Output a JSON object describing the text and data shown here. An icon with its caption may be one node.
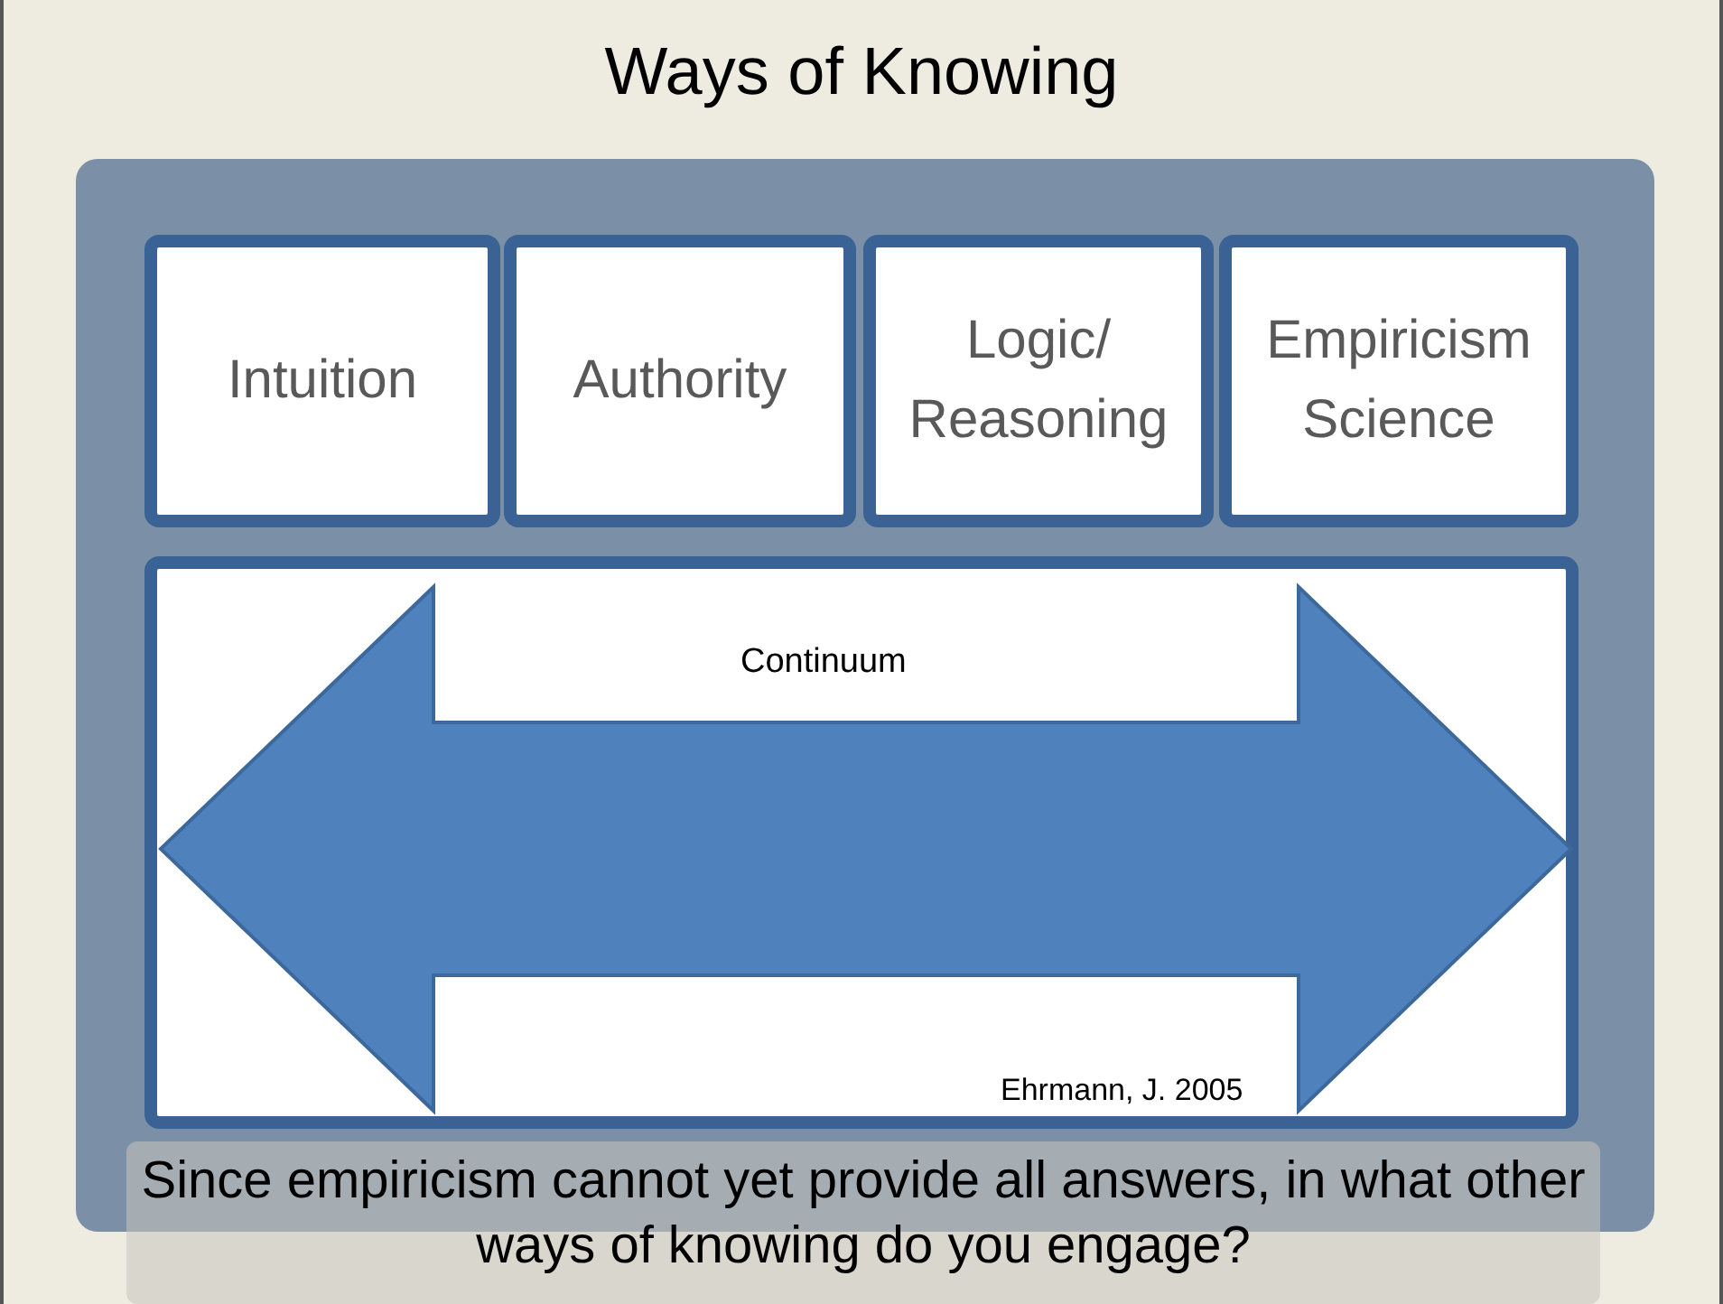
{
  "diagram": {
    "title": "Ways of Knowing",
    "nodes": [
      {
        "text": [],
        "shape": "box"
      },
      {
        "text": [
          "Intuition"
        ],
        "in": 0
      },
      {
        "text": [
          "Authority"
        ],
        "in": 0
      },
      {
        "text": [
          "Logic/ Reasoning"
        ],
        "in": 0
      },
      {
        "text": [
          "Empiricism Science"
        ],
        "in": 0
      },
      {
        "text": [
          "Continuum",
          "Ehrmann, J. 2005"
        ],
        "in": 0
      },
      {
        "text": [
          "Since empiricism cannot yet provide all answers, in what other ways of knowing do you engage?"
        ]
      }
    ]
  }
}
